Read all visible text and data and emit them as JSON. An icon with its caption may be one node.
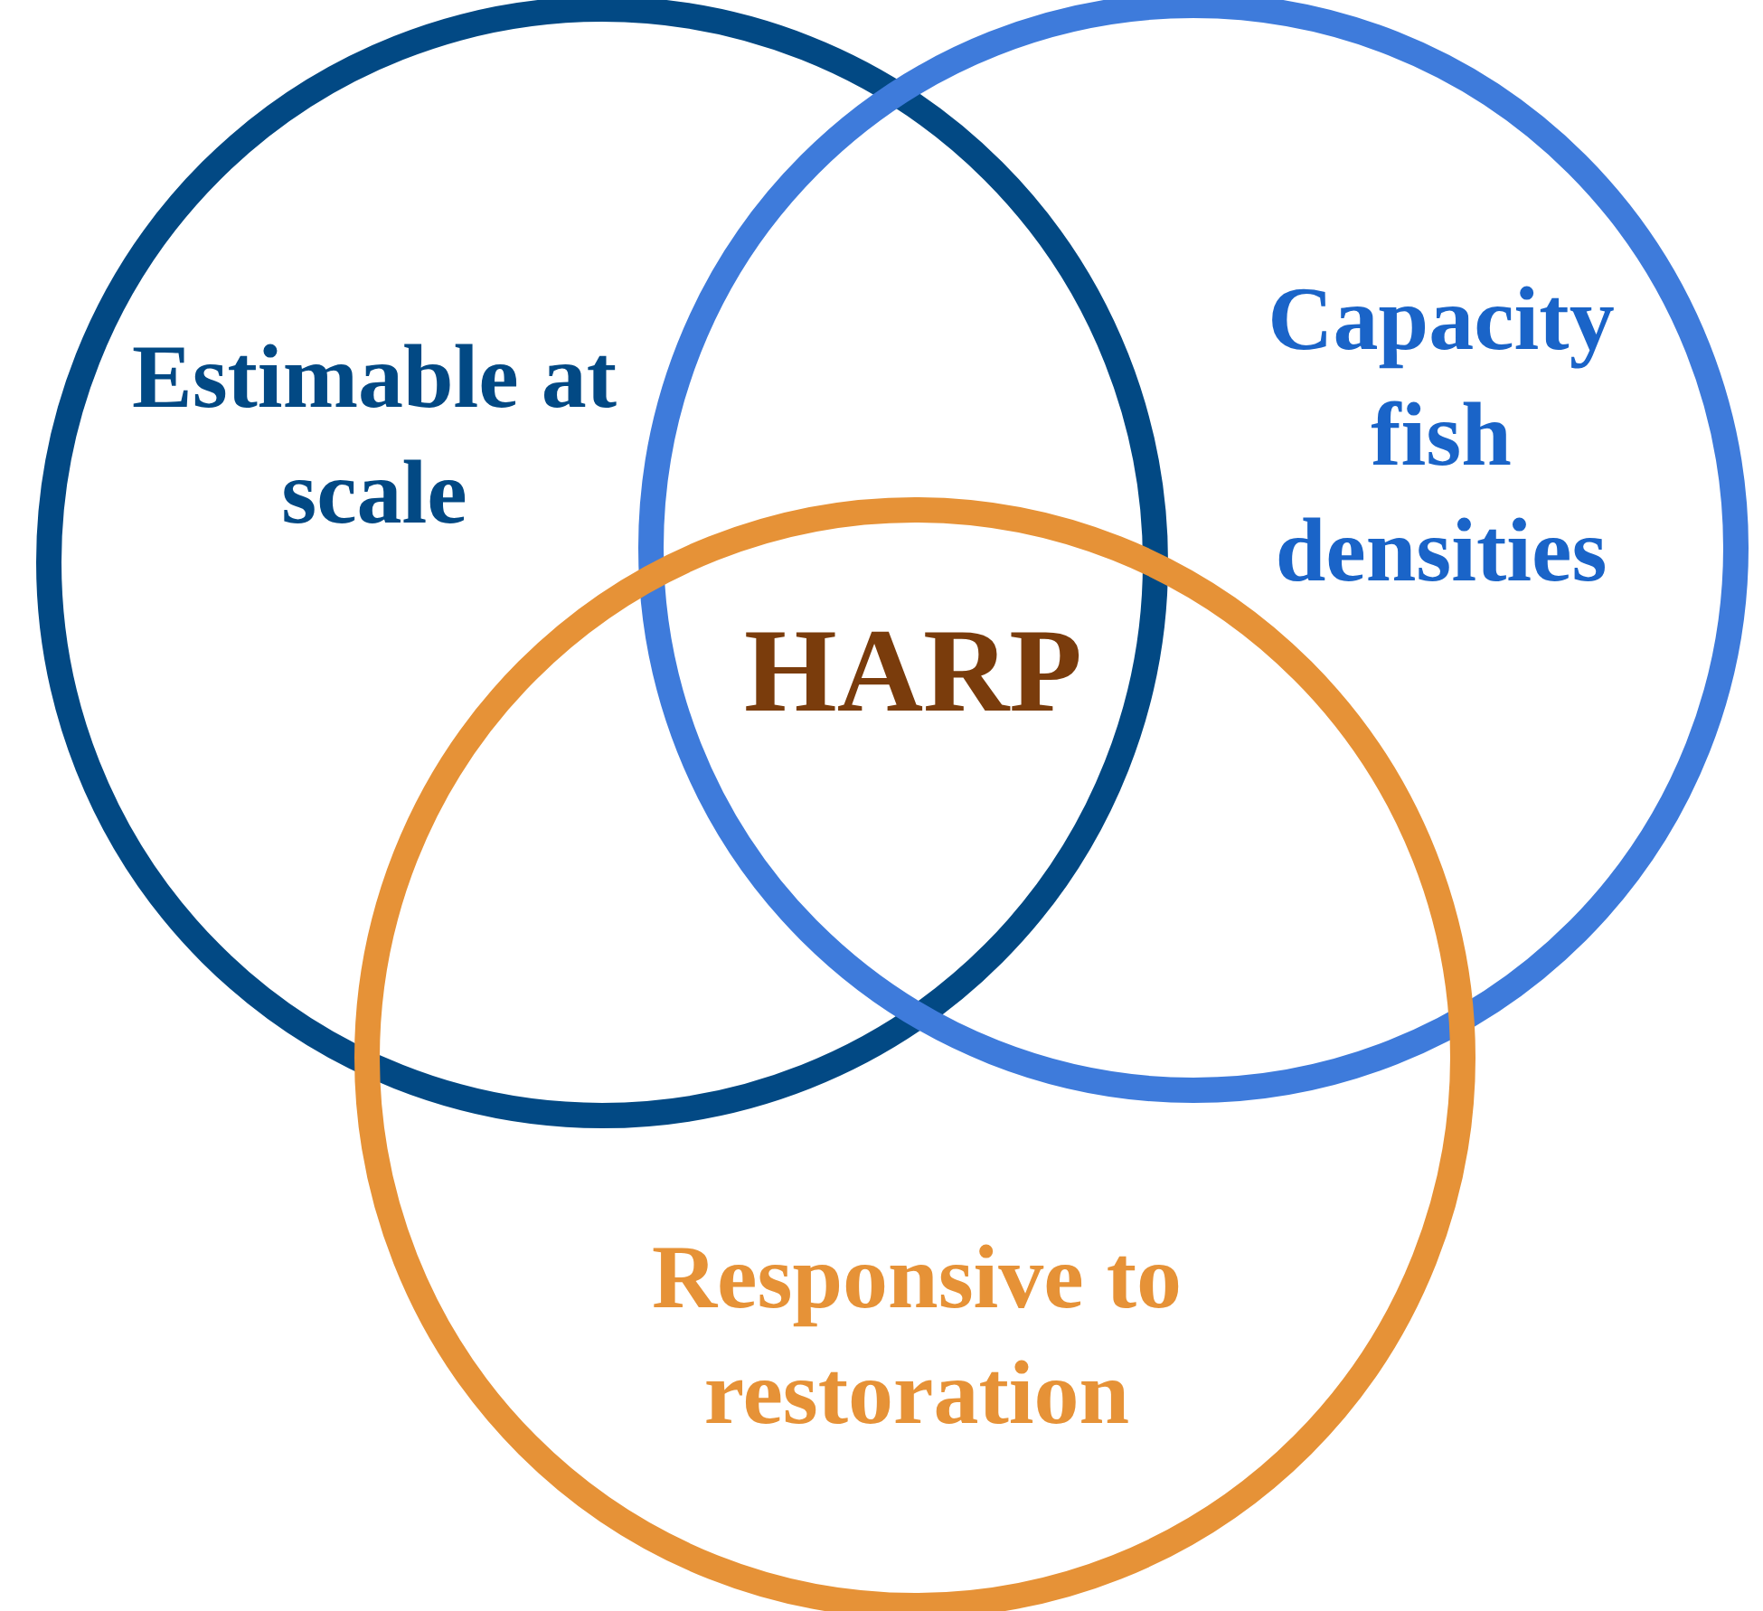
{
  "diagram": {
    "nodes": [
      {
        "text": [
          "Estimable at scale"
        ]
      },
      {
        "text": [
          "Capacity fish densities"
        ]
      },
      {
        "text": [
          "Responsive to restoration"
        ]
      }
    ],
    "labels": [
      "HARP"
    ]
  }
}
